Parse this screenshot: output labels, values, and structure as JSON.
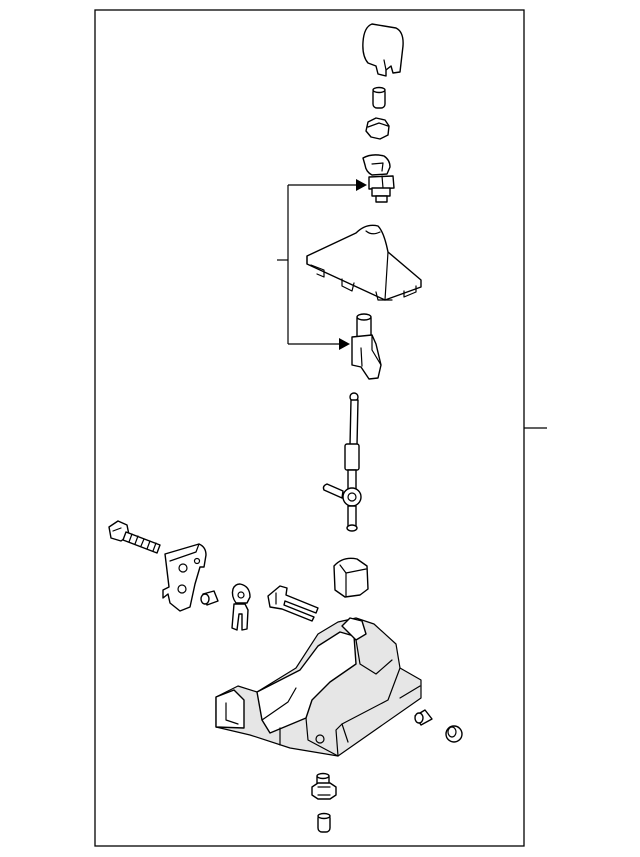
{
  "diagram": {
    "type": "exploded-parts-diagram",
    "colors": {
      "line": "#000000",
      "background": "#ffffff",
      "fill": "#ffffff"
    },
    "parts": [
      "shift-knob",
      "knob-pin",
      "knob-nut",
      "knob-clip",
      "knob-adapter",
      "shift-boot",
      "lever-end-fitting",
      "shift-lever",
      "mount-bolt",
      "bracket",
      "bracket-bushing",
      "pivot-clip",
      "retainer-clip",
      "lever-bushing",
      "shifter-base",
      "base-bushing",
      "base-collar",
      "stud-nut",
      "stud-spacer"
    ]
  }
}
